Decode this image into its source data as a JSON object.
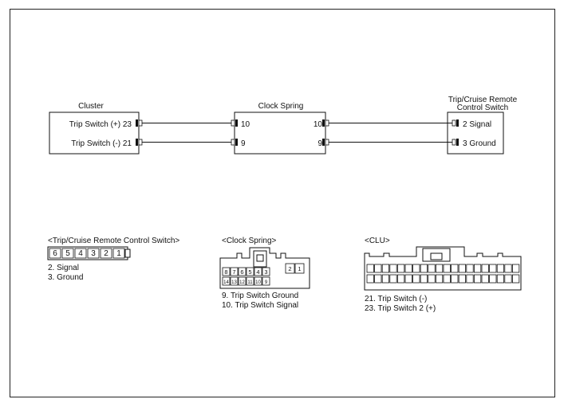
{
  "wiring": {
    "cluster": {
      "title": "Cluster",
      "pin_plus": "Trip Switch (+) 23",
      "pin_minus": "Trip Switch (-) 21"
    },
    "clock_spring": {
      "title": "Clock Spring",
      "left_top": "10",
      "left_bottom": "9",
      "right_top": "10",
      "right_bottom": "9"
    },
    "remote_switch": {
      "title_line1": "Trip/Cruise Remote",
      "title_line2": "Control Switch",
      "pin_signal": "2 Signal",
      "pin_ground": "3 Ground"
    }
  },
  "connectors": {
    "remote": {
      "title": "<Trip/Cruise Remote Control Switch>",
      "pins": [
        "6",
        "5",
        "4",
        "3",
        "2",
        "1"
      ],
      "notes": [
        "2. Signal",
        "3. Ground"
      ]
    },
    "clock": {
      "title": "<Clock Spring>",
      "row1": [
        "8",
        "7",
        "6",
        "5",
        "4",
        "3"
      ],
      "row2": [
        "14",
        "13",
        "12",
        "11",
        "10",
        "9"
      ],
      "side": [
        "2",
        "1"
      ],
      "notes": [
        "9. Trip Switch Ground",
        "10. Trip Switch Signal"
      ]
    },
    "clu": {
      "title": "<CLU>",
      "notes": [
        "21. Trip Switch (-)",
        "23. Trip Switch 2 (+)"
      ]
    }
  },
  "colors": {
    "line": "#111111",
    "background": "#ffffff"
  }
}
